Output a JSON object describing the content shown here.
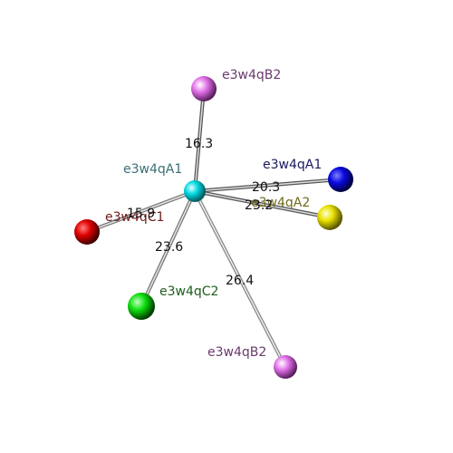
{
  "center": {
    "label": "e3w4qA1",
    "color": "#00d8e0",
    "label_color": "#3a6f78"
  },
  "neighbors": [
    {
      "id": "B2_top",
      "label": "e3w4qB2",
      "color": "#e070e8",
      "label_color": "#6a3a6e",
      "distance": "16.3"
    },
    {
      "id": "A1_right",
      "label": "e3w4qA1",
      "color": "#0a0ae0",
      "label_color": "#1a1a5e",
      "distance": "20.3"
    },
    {
      "id": "A2_right",
      "label": "e3w4qA2",
      "color": "#e8e000",
      "label_color": "#6e6a1a",
      "distance": "23.2"
    },
    {
      "id": "C1_left",
      "label": "e3w4qC1",
      "color": "#e00000",
      "label_color": "#6e1a1a",
      "distance": "15.9"
    },
    {
      "id": "C2_bottom",
      "label": "e3w4qC2",
      "color": "#10e010",
      "label_color": "#1e5e1e",
      "distance": "23.6"
    },
    {
      "id": "B2_bottom",
      "label": "e3w4qB2",
      "color": "#e070e8",
      "label_color": "#6a3a6e",
      "distance": "26.4"
    }
  ]
}
